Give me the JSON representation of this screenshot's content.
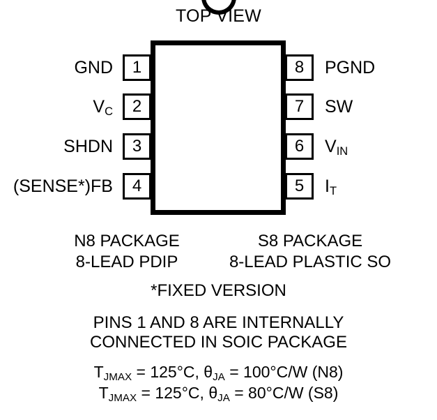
{
  "diagram": {
    "title": "TOP VIEW",
    "pins_left": [
      {
        "number": "1",
        "label": "GND",
        "sub": ""
      },
      {
        "number": "2",
        "label": "V",
        "sub": "C"
      },
      {
        "number": "3",
        "label": "SHDN",
        "sub": ""
      },
      {
        "number": "4",
        "label": "(SENSE*)FB",
        "sub": ""
      }
    ],
    "pins_right": [
      {
        "number": "8",
        "label": "PGND",
        "sub": ""
      },
      {
        "number": "7",
        "label": "SW",
        "sub": ""
      },
      {
        "number": "6",
        "label": "V",
        "sub": "IN"
      },
      {
        "number": "5",
        "label": "I",
        "sub": "T"
      }
    ],
    "packages": {
      "left": {
        "name": "N8 PACKAGE",
        "description": "8-LEAD PDIP"
      },
      "right": {
        "name": "S8 PACKAGE",
        "description": "8-LEAD PLASTIC SO"
      }
    },
    "notes": {
      "fixed_version": "*FIXED VERSION",
      "internal_line1": "PINS 1 AND 8 ARE INTERNALLY",
      "internal_line2": "CONNECTED IN SOIC PACKAGE"
    },
    "thermal": {
      "line1": {
        "tj_symbol": "T",
        "tj_sub": "JMAX",
        "tj_value": " = 125°C, ",
        "theta_symbol": "θ",
        "theta_sub": "JA",
        "theta_value": " = 100°C/W (N8)"
      },
      "line2": {
        "tj_symbol": "T",
        "tj_sub": "JMAX",
        "tj_value": " = 125°C, ",
        "theta_symbol": "θ",
        "theta_sub": "JA",
        "theta_value": " = 80°C/W (S8)"
      }
    },
    "colors": {
      "line": "#000000",
      "background": "#ffffff"
    }
  }
}
